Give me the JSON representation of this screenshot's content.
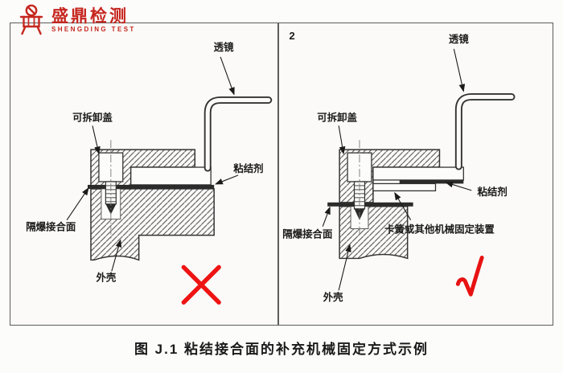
{
  "logo": {
    "name_cn": "盛鼎检测",
    "name_en": "SHENGDING TEST",
    "color": "#c6261f"
  },
  "figure": {
    "caption": "图 J.1   粘结接合面的补充机械固定方式示例"
  },
  "panels": [
    {
      "page_marker": "",
      "verdict": "incorrect",
      "verdict_symbol": "✕",
      "labels": {
        "lens": "透镜",
        "cover": "可拆卸盖",
        "adhesive": "粘结剂",
        "joint": "隔爆接合面",
        "shell": "外壳"
      }
    },
    {
      "page_marker": "2",
      "verdict": "correct",
      "verdict_symbol": "√",
      "labels": {
        "lens": "透镜",
        "cover": "可拆卸盖",
        "adhesive": "粘结剂",
        "snap_ring": "卡簧或其他机械固定装置",
        "joint": "隔爆接合面",
        "shell": "外壳"
      }
    }
  ],
  "colors": {
    "mark_red": "#ee1414",
    "logo_red": "#c6261f",
    "line_dark": "#333333"
  }
}
